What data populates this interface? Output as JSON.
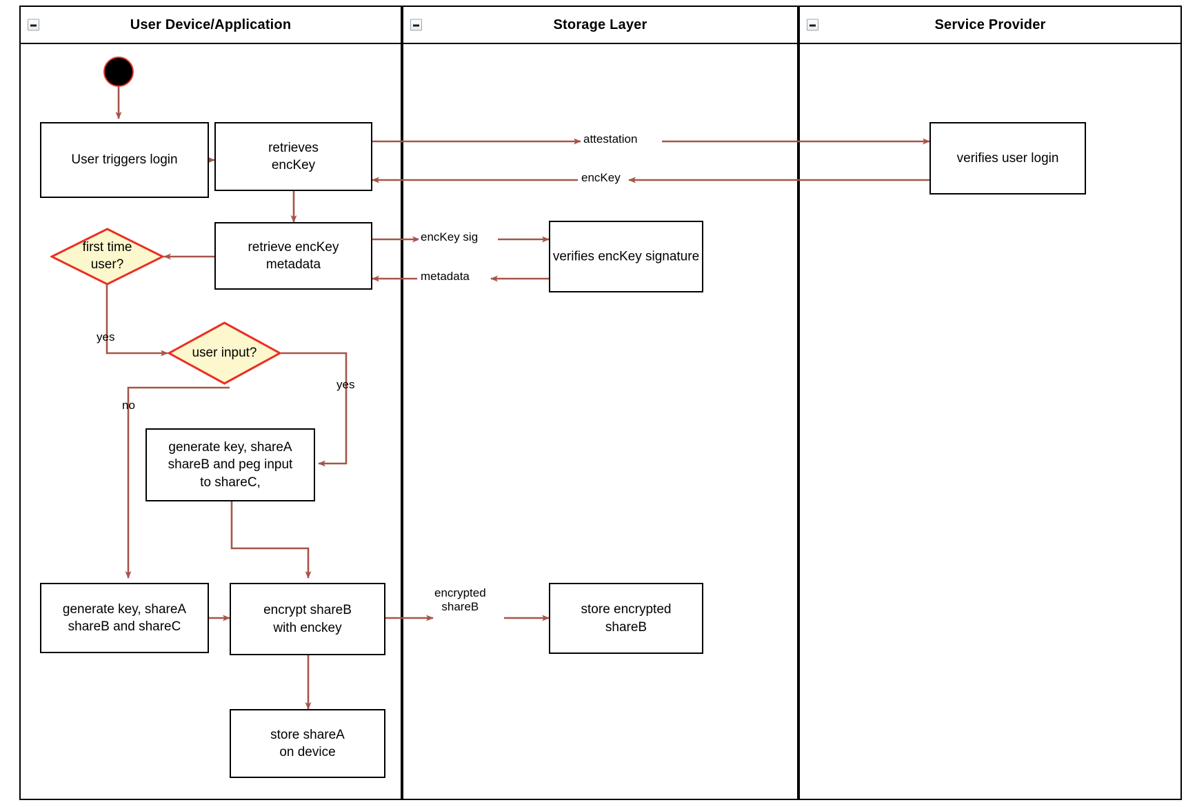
{
  "diagram": {
    "type": "activity-swimlane-diagram",
    "accent_edge_color": "#a65449",
    "decision_fill": "#fdf7cd",
    "decision_stroke": "#ea2f24",
    "node_stroke": "#000000",
    "start_node_fill": "#000000",
    "start_node_stroke": "#e8392a"
  },
  "lanes": [
    {
      "id": "user-device",
      "title": "User Device/Application",
      "collapse_icon": "collapse-minus-icon"
    },
    {
      "id": "storage-layer",
      "title": "Storage Layer",
      "collapse_icon": "collapse-minus-icon"
    },
    {
      "id": "service-provider",
      "title": "Service Provider",
      "collapse_icon": "collapse-minus-icon"
    }
  ],
  "nodes": {
    "start": {
      "label": "",
      "shape": "initial-node"
    },
    "user_triggers_login": {
      "label": "User triggers login",
      "shape": "activity"
    },
    "retrieves_enckey": {
      "label": "retrieves\nencKey",
      "line1": "retrieves",
      "line2": "encKey",
      "shape": "activity"
    },
    "verifies_user_login": {
      "label": "verifies user login",
      "shape": "activity"
    },
    "retrieve_enckey_metadata": {
      "line1": "retrieve encKey",
      "line2": "metadata",
      "shape": "activity"
    },
    "verifies_enckey_signature": {
      "label": "verifies encKey signature",
      "shape": "activity"
    },
    "first_time_user": {
      "line1": "first time",
      "line2": "user?",
      "shape": "decision"
    },
    "user_input": {
      "label": "user input?",
      "shape": "decision"
    },
    "generate_key_peg": {
      "line1": "generate key, shareA",
      "line2": "shareB and peg input",
      "line3": "to shareC,",
      "shape": "activity"
    },
    "generate_key_shares": {
      "line1": "generate key, shareA",
      "line2": "shareB and shareC",
      "shape": "activity"
    },
    "encrypt_shareb": {
      "line1": "encrypt shareB",
      "line2": "with enckey",
      "shape": "activity"
    },
    "store_encrypted_shareb": {
      "line1": "store encrypted",
      "line2": "shareB",
      "shape": "activity"
    },
    "store_sharea_on_device": {
      "line1": "store shareA",
      "line2": "on device",
      "shape": "activity"
    }
  },
  "edge_labels": {
    "attestation": "attestation",
    "enckey": "encKey",
    "enckey_sig": "encKey sig",
    "metadata": "metadata",
    "yes_first_time": "yes",
    "yes_user_input": "yes",
    "no_user_input": "no",
    "encrypted_shareb_l1": "encrypted",
    "encrypted_shareb_l2": "shareB"
  }
}
